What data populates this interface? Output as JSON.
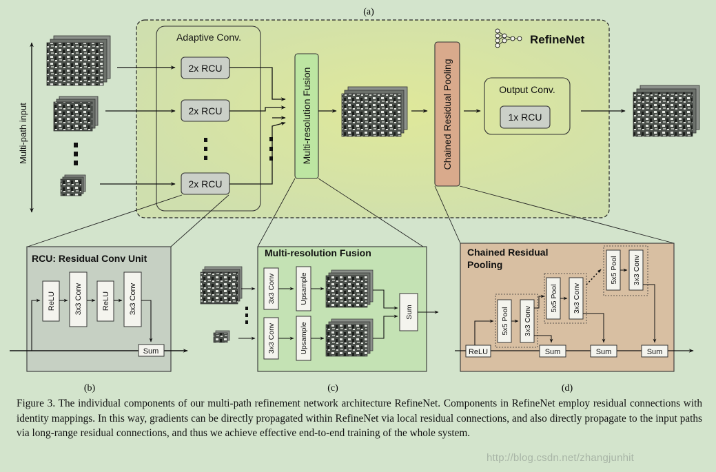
{
  "panel_a": {
    "label": "(a)",
    "title": "RefineNet",
    "multi_path_input": "Multi-path input",
    "adaptive_conv": "Adaptive Conv.",
    "rcu_blocks": [
      "2x RCU",
      "2x RCU",
      "2x RCU"
    ],
    "multi_resolution_fusion": "Multi-resolution Fusion",
    "chained_residual_pooling": "Chained Residual Pooling",
    "output_conv": "Output Conv.",
    "output_rcu": "1x RCU"
  },
  "panel_b": {
    "label": "(b)",
    "title": "RCU: Residual Conv Unit",
    "blocks": [
      "ReLU",
      "3x3 Conv",
      "ReLU",
      "3x3 Conv"
    ],
    "sum": "Sum"
  },
  "panel_c": {
    "label": "(c)",
    "title": "Multi-resolution Fusion",
    "conv": [
      "3x3 Conv",
      "3x3 Conv"
    ],
    "upsample": [
      "Upsample",
      "Upsample"
    ],
    "sum": "Sum"
  },
  "panel_d": {
    "label": "(d)",
    "title_line1": "Chained Residual",
    "title_line2": "Pooling",
    "relu": "ReLU",
    "pool": [
      "5x5 Pool",
      "5x5 Pool",
      "5x5 Pool"
    ],
    "conv": [
      "3x3 Conv",
      "3x3 Conv",
      "3x3 Conv"
    ],
    "sum": [
      "Sum",
      "Sum",
      "Sum"
    ]
  },
  "caption": "Figure 3. The individual components of our multi-path refinement network architecture RefineNet. Components in RefineNet employ residual connections with identity mappings. In this way, gradients can be directly propagated within RefineNet via local residual connections, and also directly propagate to the input paths via long-range residual connections, and thus we achieve effective end-to-end training of the whole system.",
  "watermark": "http://blog.csdn.net/zhangjunhit",
  "colors": {
    "background": "#d3e4cc",
    "refinenet_region": "#d4e39f",
    "rcu_panel": "#c6d0c3",
    "fusion_panel": "#c4e2b4",
    "pooling_panel": "#d8bfa2",
    "crp_block": "#d9aa8c",
    "fusion_block": "#bde6a2"
  }
}
